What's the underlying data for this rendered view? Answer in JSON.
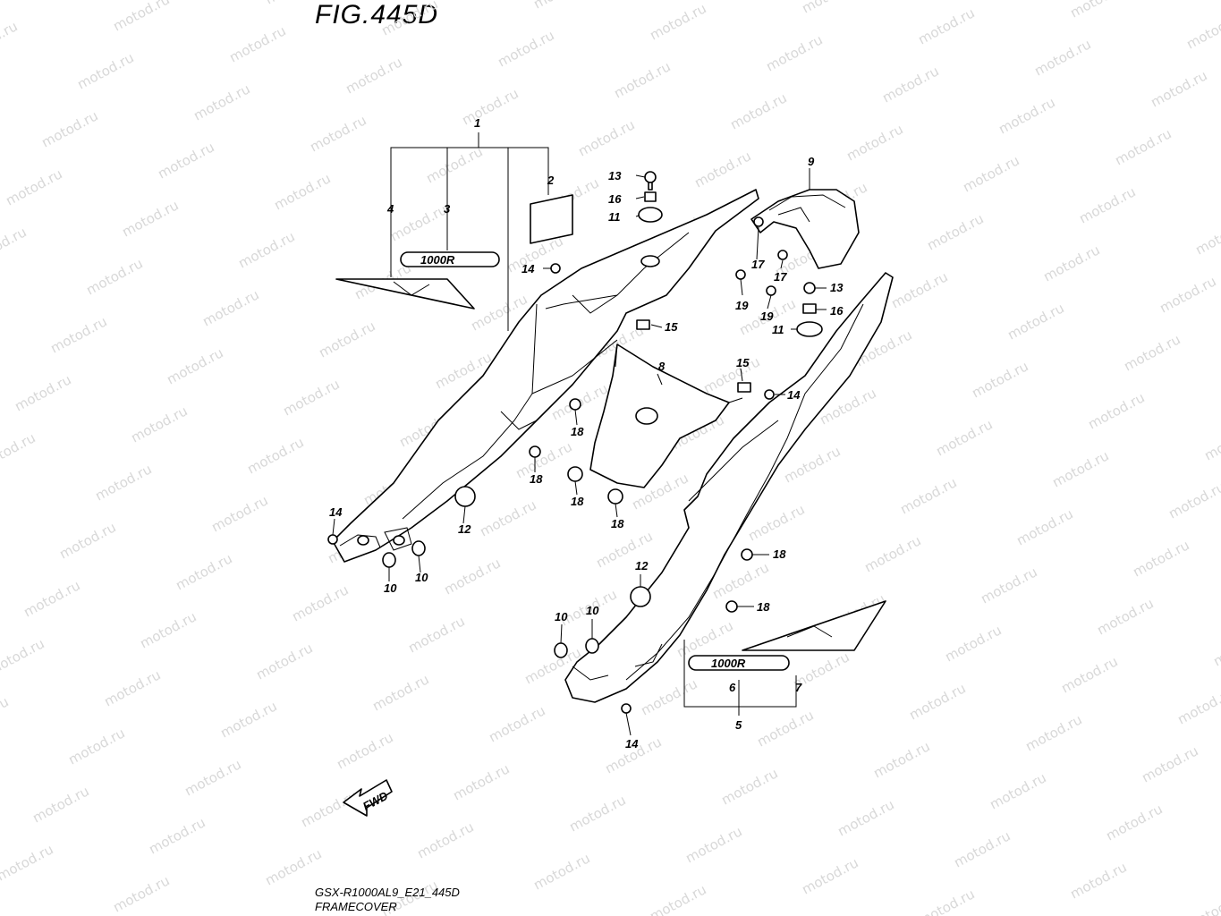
{
  "figure": {
    "title": "FIG.445D",
    "model_code": "GSX-R1000AL9_E21_445D",
    "section_name": "FRAMECOVER",
    "watermark": "motod.ru",
    "fwd_label": "FWD",
    "emblem_text": "1000R"
  },
  "callouts": [
    {
      "id": "c1",
      "label": "1"
    },
    {
      "id": "c2",
      "label": "2"
    },
    {
      "id": "c3",
      "label": "3"
    },
    {
      "id": "c4",
      "label": "4"
    },
    {
      "id": "c5",
      "label": "5"
    },
    {
      "id": "c6",
      "label": "6"
    },
    {
      "id": "c7",
      "label": "7"
    },
    {
      "id": "c8",
      "label": "8"
    },
    {
      "id": "c9",
      "label": "9"
    },
    {
      "id": "c10a",
      "label": "10"
    },
    {
      "id": "c10b",
      "label": "10"
    },
    {
      "id": "c10c",
      "label": "10"
    },
    {
      "id": "c10d",
      "label": "10"
    },
    {
      "id": "c11a",
      "label": "11"
    },
    {
      "id": "c11b",
      "label": "11"
    },
    {
      "id": "c12a",
      "label": "12"
    },
    {
      "id": "c12b",
      "label": "12"
    },
    {
      "id": "c13a",
      "label": "13"
    },
    {
      "id": "c13b",
      "label": "13"
    },
    {
      "id": "c14a",
      "label": "14"
    },
    {
      "id": "c14b",
      "label": "14"
    },
    {
      "id": "c14c",
      "label": "14"
    },
    {
      "id": "c14d",
      "label": "14"
    },
    {
      "id": "c15a",
      "label": "15"
    },
    {
      "id": "c15b",
      "label": "15"
    },
    {
      "id": "c16a",
      "label": "16"
    },
    {
      "id": "c16b",
      "label": "16"
    },
    {
      "id": "c17a",
      "label": "17"
    },
    {
      "id": "c17b",
      "label": "17"
    },
    {
      "id": "c18a",
      "label": "18"
    },
    {
      "id": "c18b",
      "label": "18"
    },
    {
      "id": "c18c",
      "label": "18"
    },
    {
      "id": "c18d",
      "label": "18"
    },
    {
      "id": "c18e",
      "label": "18"
    },
    {
      "id": "c18f",
      "label": "18"
    },
    {
      "id": "c19a",
      "label": "19"
    },
    {
      "id": "c19b",
      "label": "19"
    }
  ]
}
